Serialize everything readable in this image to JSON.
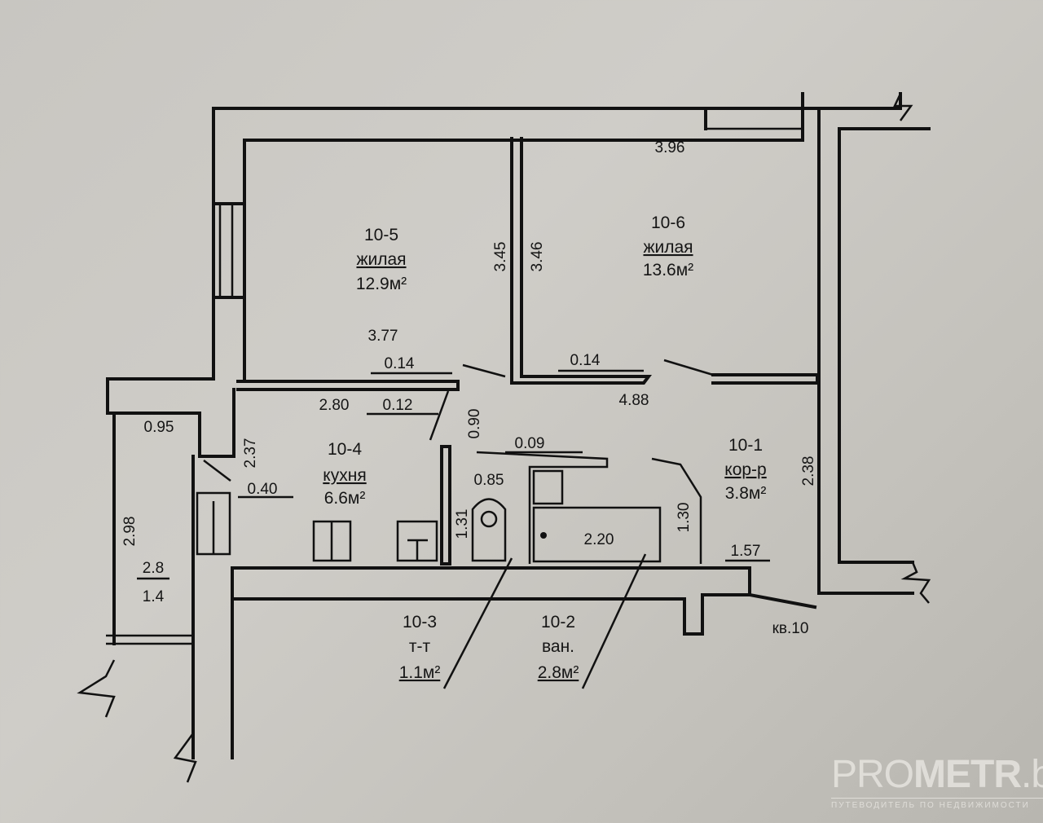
{
  "apartment_label": "кв.10",
  "rooms": [
    {
      "id": "10-5",
      "type": "жилая",
      "area": "12.9м²"
    },
    {
      "id": "10-6",
      "type": "жилая",
      "area": "13.6м²"
    },
    {
      "id": "10-4",
      "type": "кухня",
      "area": "6.6м²"
    },
    {
      "id": "10-1",
      "type": "кор-р",
      "area": "3.8м²"
    },
    {
      "id": "10-3",
      "type": "т-т",
      "area": "1.1м²"
    },
    {
      "id": "10-2",
      "type": "ван.",
      "area": "2.8м²"
    }
  ],
  "balcony": {
    "numerator": "2.8",
    "denominator": "1.4"
  },
  "dimensions": {
    "d396": "3.96",
    "d345": "3.45",
    "d346": "3.46",
    "d377": "3.77",
    "d014a": "0.14",
    "d014b": "0.14",
    "d280": "2.80",
    "d012": "0.12",
    "d488": "4.88",
    "d090": "0.90",
    "d009": "0.09",
    "d085": "0.85",
    "d095": "0.95",
    "d237": "2.37",
    "d040": "0.40",
    "d298": "2.98",
    "d131": "1.31",
    "d220": "2.20",
    "d130": "1.30",
    "d157": "1.57",
    "d238": "2.38"
  },
  "watermark": {
    "logo_light": "PRO",
    "logo_bold": "METR",
    "logo_suffix": ".by",
    "tagline": "ПУТЕВОДИТЕЛЬ ПО НЕДВИЖИМОСТИ"
  }
}
